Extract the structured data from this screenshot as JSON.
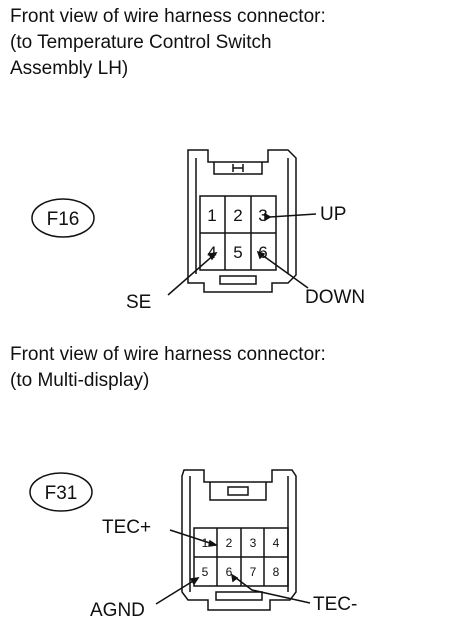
{
  "section1": {
    "caption_lines": [
      "Front view of wire harness connector:",
      "(to Temperature Control Switch",
      "Assembly LH)"
    ],
    "connector_id": "F16",
    "pins": [
      "1",
      "2",
      "3",
      "4",
      "5",
      "6"
    ],
    "labels": {
      "up": "UP",
      "se": "SE",
      "down": "DOWN"
    }
  },
  "section2": {
    "caption_lines": [
      "Front view of wire harness connector:",
      "(to Multi-display)"
    ],
    "connector_id": "F31",
    "pins": [
      "1",
      "2",
      "3",
      "4",
      "5",
      "6",
      "7",
      "8"
    ],
    "labels": {
      "tec_plus": "TEC+",
      "agnd": "AGND",
      "tec_minus": "TEC-"
    }
  }
}
